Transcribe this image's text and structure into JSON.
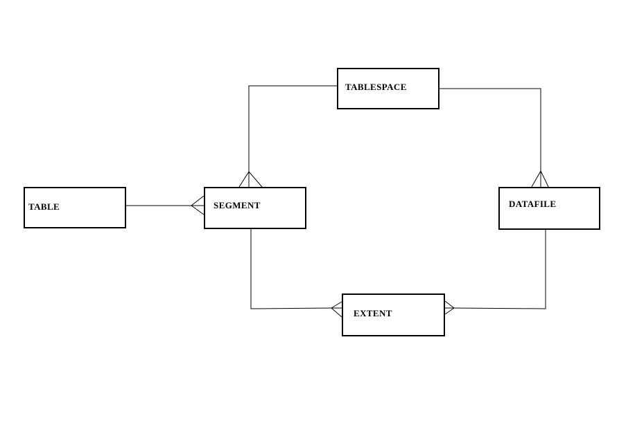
{
  "diagram": {
    "type": "entity-relationship",
    "notation": "crows-foot",
    "background_color": "#ffffff",
    "line_color": "#000000",
    "entity_fill": "#ffffff",
    "entity_border_color": "#000000",
    "entities": [
      {
        "id": "tablespace",
        "label": "TABLESPACE"
      },
      {
        "id": "table",
        "label": "TABLE"
      },
      {
        "id": "segment",
        "label": "SEGMENT"
      },
      {
        "id": "datafile",
        "label": "DATAFILE"
      },
      {
        "id": "extent",
        "label": "EXTENT"
      }
    ],
    "relationships": [
      {
        "from": "TABLESPACE",
        "to": "SEGMENT",
        "cardinality": "one-to-many",
        "many_end": "SEGMENT"
      },
      {
        "from": "TABLESPACE",
        "to": "DATAFILE",
        "cardinality": "one-to-many",
        "many_end": "DATAFILE"
      },
      {
        "from": "TABLE",
        "to": "SEGMENT",
        "cardinality": "one-to-many",
        "many_end": "SEGMENT"
      },
      {
        "from": "SEGMENT",
        "to": "EXTENT",
        "cardinality": "one-to-many",
        "many_end": "EXTENT"
      },
      {
        "from": "DATAFILE",
        "to": "EXTENT",
        "cardinality": "one-to-many",
        "many_end": "EXTENT"
      }
    ]
  }
}
